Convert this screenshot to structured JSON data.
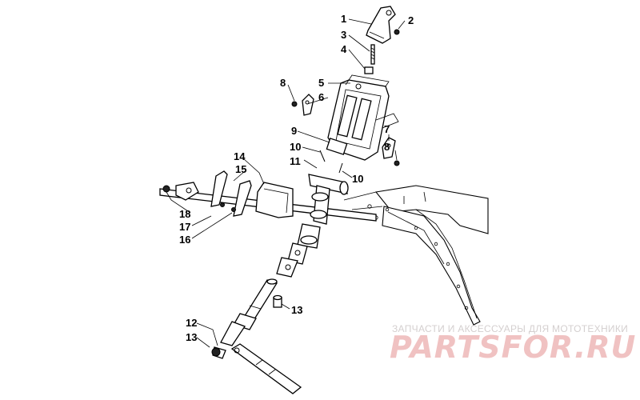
{
  "diagram": {
    "callouts": [
      {
        "id": "c1",
        "text": "1"
      },
      {
        "id": "c2",
        "text": "2"
      },
      {
        "id": "c3",
        "text": "3"
      },
      {
        "id": "c4",
        "text": "4"
      },
      {
        "id": "c5",
        "text": "5"
      },
      {
        "id": "c6",
        "text": "6"
      },
      {
        "id": "c7",
        "text": "7"
      },
      {
        "id": "c8a",
        "text": "8"
      },
      {
        "id": "c8b",
        "text": "8"
      },
      {
        "id": "c9",
        "text": "9"
      },
      {
        "id": "c10a",
        "text": "10"
      },
      {
        "id": "c10b",
        "text": "10"
      },
      {
        "id": "c11",
        "text": "11"
      },
      {
        "id": "c12",
        "text": "12"
      },
      {
        "id": "c13a",
        "text": "13"
      },
      {
        "id": "c13b",
        "text": "13"
      },
      {
        "id": "c14",
        "text": "14"
      },
      {
        "id": "c15",
        "text": "15"
      },
      {
        "id": "c16",
        "text": "16"
      },
      {
        "id": "c17",
        "text": "17"
      },
      {
        "id": "c18",
        "text": "18"
      }
    ]
  },
  "watermark": {
    "caption": "ЗАПЧАСТИ И АКСЕССУАРЫ ДЛЯ МОТОТЕХНИКИ",
    "logo": "PARTSFOR.RU",
    "logo_color": "#f0c2c2",
    "caption_color": "#d4cfcf"
  }
}
